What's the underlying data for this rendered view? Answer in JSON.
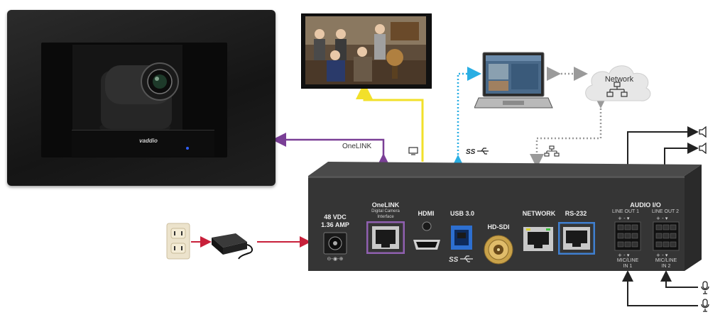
{
  "camera": {
    "brand": "vaddio"
  },
  "connections": {
    "onelink_label": "OneLINK"
  },
  "network": {
    "label": "Network"
  },
  "panel": {
    "power_line1": "48 VDC",
    "power_line2": "1.36 AMP",
    "onelink_title": "OneLINK",
    "onelink_sub1": "Digital Camera",
    "onelink_sub2": "Interface",
    "hdmi": "HDMI",
    "usb": "USB 3.0",
    "hdsdi": "HD-SDI",
    "network": "NETWORK",
    "rs232": "RS-232",
    "audio_io": "AUDIO I/O",
    "line_out_1": "LINE OUT 1",
    "line_out_2": "LINE OUT 2",
    "mic_line_in_1_a": "MIC/LINE",
    "mic_line_in_1_b": "IN 1",
    "mic_line_in_2_a": "MIC/LINE",
    "mic_line_in_2_b": "IN 2",
    "usb_logo": "SS"
  },
  "colors": {
    "onelink_line": "#7a3f96",
    "hdmi_line": "#f2e02a",
    "usb_line": "#29aee3",
    "network_line": "#9a9a9a",
    "power_line": "#c8203a",
    "audio_line": "#222222",
    "onelink_port_frame": "#9060b0",
    "rs232_port_frame": "#3f7fd0"
  }
}
